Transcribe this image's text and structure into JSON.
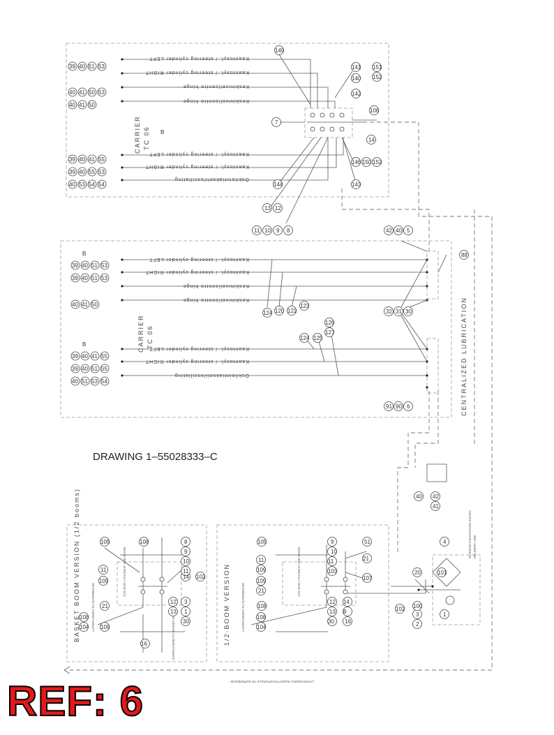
{
  "drawing_number": "DRAWING 1–55028333–C",
  "reference_badge": "REF: 6",
  "colors": {
    "reference_badge": "#e41919"
  },
  "carrier_top": {
    "title": "CARRIER",
    "model": "TC 06",
    "marker": "B",
    "rows": [
      "Kaantosyl. / steering cylinder LEFT",
      "Kaantosyl. / steering cylinder RIGHT",
      "Keskinivel/centre hinge",
      "Keskinivel/centre hinge",
      "Kaantosyl. / steering cylinder LEFT",
      "Kaantosyl. / steering cylinder RIGHT",
      "Oskilointiakseli/oscillating"
    ],
    "row_bubbles": [
      [
        "39",
        "40",
        "51",
        "53"
      ],
      [
        "40",
        "41",
        "50",
        "53"
      ],
      [
        "40",
        "41",
        "50"
      ],
      [],
      [
        "39",
        "40",
        "41",
        "55"
      ],
      [
        "39",
        "40",
        "55",
        "53"
      ],
      [
        "40",
        "53",
        "54",
        "54"
      ]
    ],
    "callouts": [
      "149",
      "141",
      "151",
      "152",
      "140",
      "142",
      "106",
      "7",
      "14",
      "146",
      "150",
      "152",
      "143",
      "144",
      "13",
      "12",
      "11",
      "10",
      "9",
      "8"
    ]
  },
  "carrier_mid": {
    "title": "CARRIER",
    "model": "TC 06",
    "marker_top": "B",
    "marker_bottom": "B",
    "rows": [
      "Kaantosyl. / steering cylinder LEFT",
      "Kaantosyl. / steering cylinder RIGHT",
      "Keskinivel/centre hinge",
      "Keskinivel/centre hinge",
      "Kaantosyl. / steering cylinder LEFT",
      "Kaantosyl. / steering cylinder RIGHT",
      "Oskilointiakseli/oscillating"
    ],
    "row_bubbles": [
      [
        "39",
        "40",
        "51",
        "53"
      ],
      [
        "39",
        "40",
        "51",
        "53"
      ],
      [
        "40",
        "41",
        "50"
      ],
      [],
      [
        "39",
        "40",
        "41",
        "55"
      ],
      [
        "39",
        "40",
        "51",
        "55"
      ],
      [
        "40",
        "51",
        "53",
        "54"
      ]
    ],
    "callouts": [
      "42",
      "40",
      "5",
      "88",
      "124",
      "120",
      "122",
      "123",
      "124",
      "125",
      "126",
      "127",
      "32",
      "31",
      "30",
      "91",
      "90",
      "6"
    ],
    "side_title": "CENTRALIZED LUBRICATION"
  },
  "basket_boom": {
    "title": "BASKET BOOM VERSION (1/2 booms)",
    "callouts": [
      "105",
      "108",
      "104",
      "108",
      "109",
      "21",
      "109",
      "11",
      "12",
      "13",
      "14",
      "102",
      "8",
      "9",
      "10",
      "11",
      "3",
      "1",
      "30",
      "16"
    ],
    "notes": [
      "LAITEPUOMIIN TO SUPERBOOM",
      "JOS VAIN 1 PUOMI IF ONE BOOM",
      "KORIPUOMIIN TO BASKET BOOM"
    ]
  },
  "boom_12": {
    "title": "1/2-BOOM VERSION",
    "callouts": [
      "105",
      "108",
      "104",
      "108",
      "109",
      "21",
      "109",
      "11",
      "12",
      "13",
      "14",
      "8",
      "9",
      "10",
      "11",
      "103",
      "107",
      "21",
      "51",
      "30",
      "16"
    ],
    "notes": [
      "LAITEPUOMIIN TO SUPERBOOM",
      "JOS VAIN 1 PUOMI IF ONE BOOM"
    ]
  },
  "pump_unit": {
    "callouts": [
      "4",
      "20",
      "101",
      "102",
      "3",
      "2",
      "100",
      "1",
      "40",
      "42",
      "41"
    ],
    "notes": [
      "RUISKUN TAKAPUOLEN KOURU",
      "DELIVERY LINE"
    ]
  },
  "bottom_note": "LAITEPUOMIIN, INJUNTTIVANTURILLE TO SUPERBOOM"
}
